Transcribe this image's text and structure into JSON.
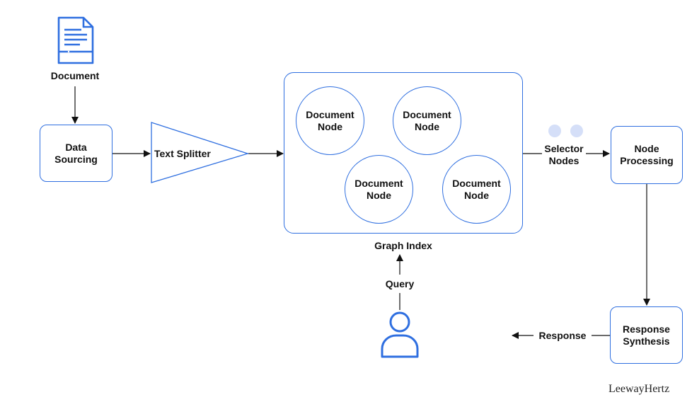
{
  "document": {
    "label": "Document",
    "icon": "document-icon"
  },
  "data_sourcing": {
    "label": "Data\nSourcing"
  },
  "text_splitter": {
    "label": "Text Splitter"
  },
  "graph_index": {
    "label": "Graph Index",
    "nodes": [
      {
        "label": "Document\nNode"
      },
      {
        "label": "Document\nNode"
      },
      {
        "label": "Document\nNode"
      },
      {
        "label": "Document\nNode"
      }
    ]
  },
  "query": {
    "label": "Query",
    "icon": "user-icon"
  },
  "selector": {
    "label": "Selector\nNodes"
  },
  "node_processing": {
    "label": "Node\nProcessing"
  },
  "response_synthesis": {
    "label": "Response\nSynthesis"
  },
  "response": {
    "label": "Response"
  },
  "brand": {
    "text": "LeewayHertz"
  },
  "colors": {
    "accent": "#2f6fe0",
    "dot": "#d5dff8",
    "line": "#111111"
  }
}
